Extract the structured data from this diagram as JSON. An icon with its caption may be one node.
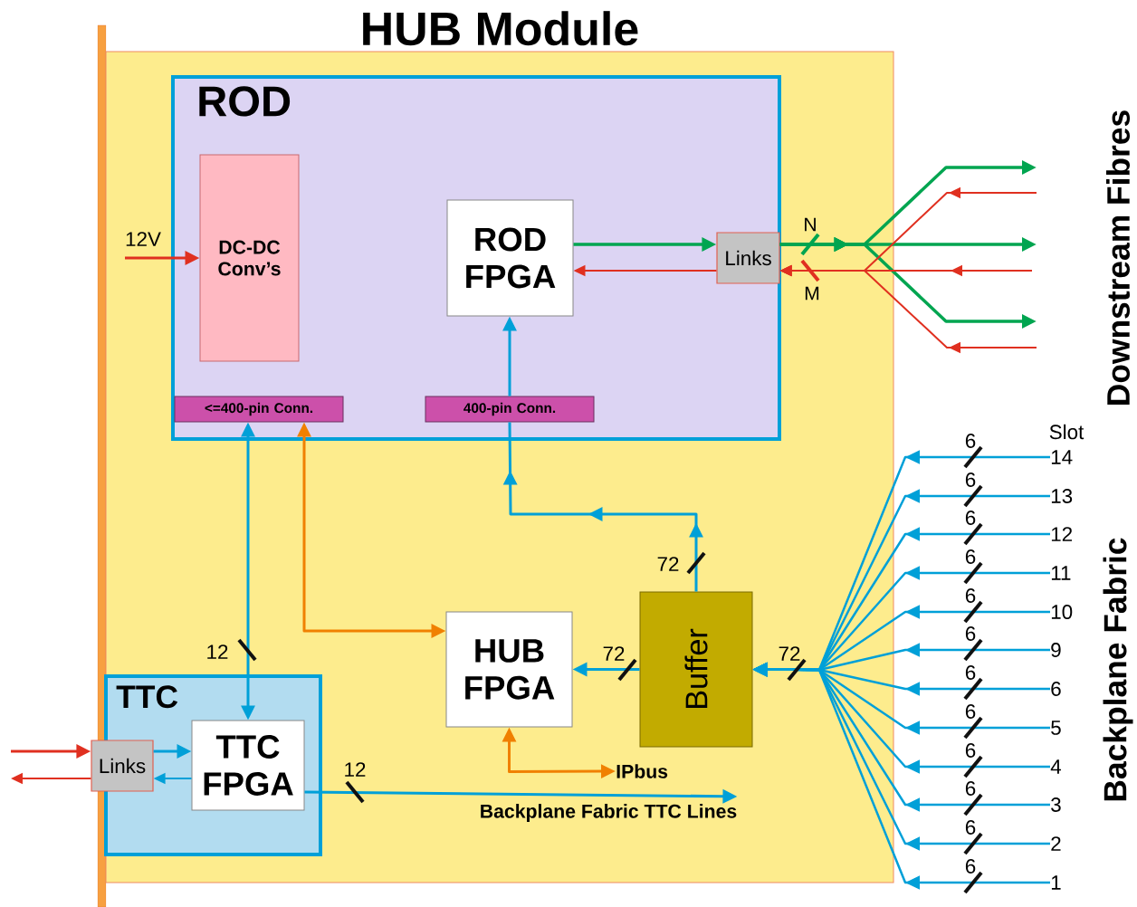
{
  "diagram": {
    "title": "HUB Module",
    "nodes": [
      {
        "text": [],
        "shape": "box"
      },
      {
        "text": [
          "ROD"
        ],
        "in": 0
      },
      {
        "text": [
          "DC-DC Conv’s"
        ],
        "in": 1
      },
      {
        "text": [
          "ROD FPGA"
        ],
        "in": 1
      },
      {
        "text": [
          "Links"
        ],
        "in": 1
      },
      {
        "text": [
          "<=400-pin Conn."
        ],
        "in": 1
      },
      {
        "text": [
          "400-pin Conn."
        ],
        "in": 1
      },
      {
        "text": [
          "TTC"
        ],
        "in": 0
      },
      {
        "text": [
          "Links"
        ]
      },
      {
        "text": [
          "TTC FPGA"
        ],
        "in": 7
      },
      {
        "text": [
          "HUB FPGA"
        ],
        "in": 0
      },
      {
        "text": [
          "Buffer"
        ],
        "in": 0
      },
      {
        "text": [
          "IPbus"
        ],
        "in": 0
      },
      {
        "text": [
          "Backplane Fabric TTC Lines"
        ],
        "in": 0
      },
      {
        "text": [
          "14"
        ]
      },
      {
        "text": [
          "13"
        ]
      },
      {
        "text": [
          "12"
        ]
      },
      {
        "text": [
          "11"
        ]
      },
      {
        "text": [
          "10"
        ]
      },
      {
        "text": [
          "9"
        ]
      },
      {
        "text": [
          "6"
        ]
      },
      {
        "text": [
          "5"
        ]
      },
      {
        "text": [
          "4"
        ]
      },
      {
        "text": [
          "3"
        ]
      },
      {
        "text": [
          "2"
        ]
      },
      {
        "text": [
          "1"
        ]
      }
    ],
    "edges": [
      {
        "from": null,
        "to": 2,
        "arrow": "to",
        "label": "12V",
        "color": "#e03020"
      },
      {
        "from": 3,
        "to": 4,
        "arrow": "to",
        "color": "#00a550"
      },
      {
        "from": 4,
        "to": 3,
        "arrow": "to",
        "color": "#e03020"
      },
      {
        "from": 4,
        "to": null,
        "arrow": "to",
        "color": "#00a550"
      },
      {
        "from": 4,
        "to": null,
        "arrow": "to",
        "color": "#00a550"
      },
      {
        "from": 4,
        "to": null,
        "arrow": "to",
        "color": "#00a550"
      },
      {
        "from": null,
        "to": 4,
        "arrow": "to",
        "color": "#e03020"
      },
      {
        "from": null,
        "to": 4,
        "arrow": "to",
        "color": "#e03020"
      },
      {
        "from": null,
        "to": 4,
        "arrow": "to",
        "color": "#e03020"
      },
      {
        "from": 6,
        "to": 3,
        "arrow": "to"
      },
      {
        "from": 11,
        "to": 6,
        "arrow": "to",
        "label": "72"
      },
      {
        "from": 9,
        "to": 5,
        "arrow": "both",
        "label": "12"
      },
      {
        "from": 10,
        "to": 5,
        "arrow": "both",
        "color": "#f08000"
      },
      {
        "from": 11,
        "to": 10,
        "arrow": "to",
        "label": "72"
      },
      {
        "from": 10,
        "to": 12,
        "arrow": "both",
        "color": "#f08000"
      },
      {
        "from": 9,
        "to": 13,
        "arrow": "to",
        "label": "12"
      },
      {
        "from": null,
        "to": 8,
        "arrow": "to",
        "color": "#e03020"
      },
      {
        "from": 8,
        "to": null,
        "arrow": "to",
        "color": "#e03020"
      },
      {
        "from": 8,
        "to": 9,
        "arrow": "to"
      },
      {
        "from": 9,
        "to": 8,
        "arrow": "to"
      },
      {
        "from": 14,
        "to": 11,
        "arrow": "to",
        "label": "6"
      },
      {
        "from": 15,
        "to": 11,
        "arrow": "to",
        "label": "6"
      },
      {
        "from": 16,
        "to": 11,
        "arrow": "to",
        "label": "6"
      },
      {
        "from": 17,
        "to": 11,
        "arrow": "to",
        "label": "6"
      },
      {
        "from": 18,
        "to": 11,
        "arrow": "to",
        "label": "6"
      },
      {
        "from": 19,
        "to": 11,
        "arrow": "to",
        "label": "6"
      },
      {
        "from": 20,
        "to": 11,
        "arrow": "to",
        "label": "6"
      },
      {
        "from": 21,
        "to": 11,
        "arrow": "to",
        "label": "6"
      },
      {
        "from": 22,
        "to": 11,
        "arrow": "to",
        "label": "6"
      },
      {
        "from": 23,
        "to": 11,
        "arrow": "to",
        "label": "6"
      },
      {
        "from": 24,
        "to": 11,
        "arrow": "to",
        "label": "6"
      },
      {
        "from": 25,
        "to": 11,
        "arrow": "to",
        "label": "6"
      }
    ],
    "labels": [
      "N",
      "M",
      "Downstream Fibres",
      "Slot",
      "72",
      "Backplane Fabric"
    ]
  }
}
